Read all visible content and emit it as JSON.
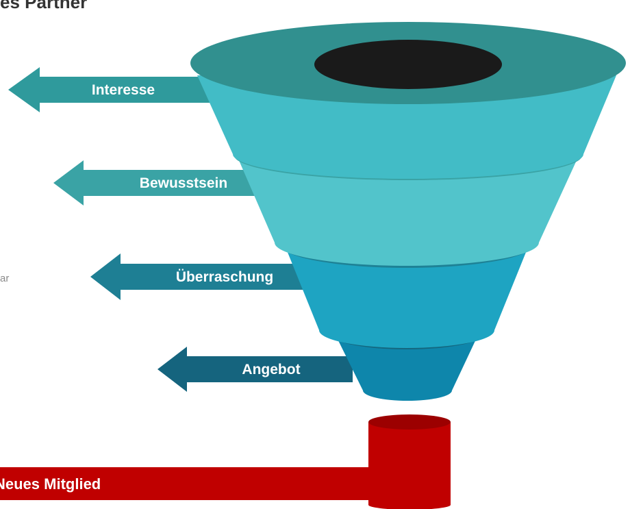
{
  "title_fragment": "es Partner",
  "side_note": "ar",
  "stages": [
    {
      "label": "Interesse",
      "color": "#2f9a9c"
    },
    {
      "label": "Bewusstsein",
      "color": "#3aa3a5"
    },
    {
      "label": "Überraschung",
      "color": "#1e7f94"
    },
    {
      "label": "Angebot",
      "color": "#15647e"
    }
  ],
  "funnel_colors": {
    "rim": "#31908f",
    "hole": "#1a1a1a",
    "band1": "#42bcc6",
    "band2": "#52c4cb",
    "band3": "#1ea4c2",
    "band4": "#0e86ab",
    "ring1": "#3aa3a5",
    "ring2": "#1e8296",
    "ring3": "#14677f"
  },
  "output": {
    "label": "Neues Mitglied",
    "color": "#c00000",
    "dark": "#9c0000"
  }
}
